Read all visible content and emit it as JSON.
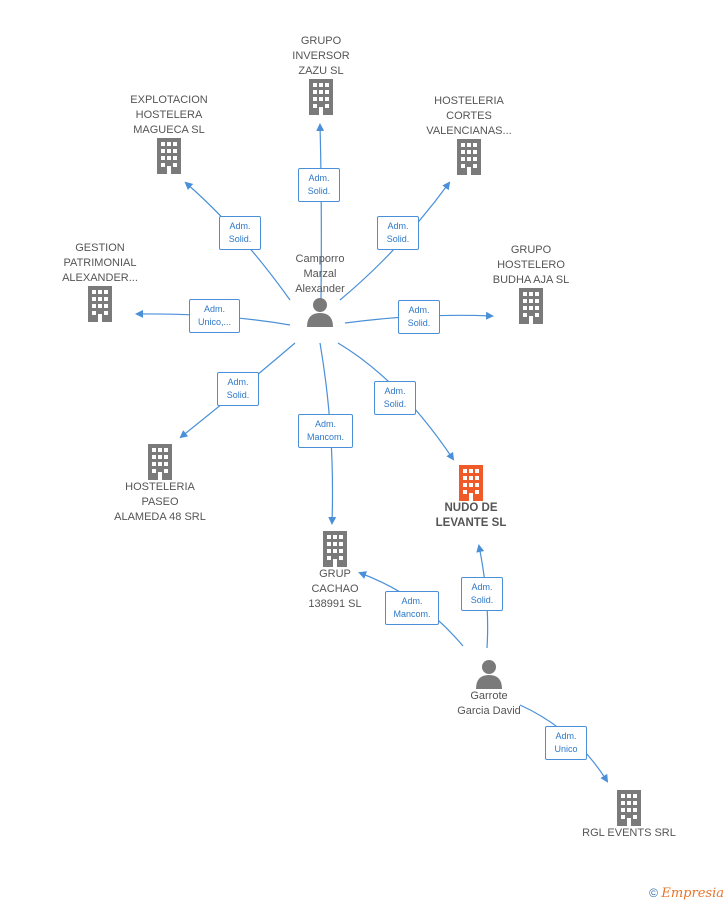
{
  "companies": {
    "grupo_inversor": "GRUPO\nINVERSOR\nZAZU  SL",
    "explotacion": "EXPLOTACION\nHOSTELERA\nMAGUECA  SL",
    "hosteleria_cortes": "HOSTELERIA\nCORTES\nVALENCIANAS...",
    "gestion": "GESTION\nPATRIMONIAL\nALEXANDER...",
    "grupo_hostelero": "GRUPO\nHOSTELERO\nBUDHA AJA  SL",
    "hosteleria_paseo": "HOSTELERIA\nPASEO\nALAMEDA 48 SRL",
    "nudo": "NUDO DE\nLEVANTE  SL",
    "grup_cachao": "GRUP\nCACHAO\n138991  SL",
    "rgl": "RGL EVENTS SRL"
  },
  "persons": {
    "camporro": "Camporro\nMarzal\nAlexander",
    "garrote": "Garrote\nGarcia David"
  },
  "edges": {
    "e_zazu": "Adm.\nSolid.",
    "e_magueca": "Adm.\nSolid.",
    "e_cortes": "Adm.\nSolid.",
    "e_gestion": "Adm.\nUnico,...",
    "e_budha": "Adm.\nSolid.",
    "e_paseo": "Adm.\nSolid.",
    "e_cachao": "Adm.\nMancom.",
    "e_nudo1": "Adm.\nSolid.",
    "e_nudo2": "Adm.\nSolid.",
    "e_cachao2": "Adm.\nMancom.",
    "e_rgl": "Adm.\nUnico"
  },
  "colors": {
    "edge": "#4a90d9",
    "icon": "#7a7a7a",
    "highlight": "#f05a28"
  },
  "footer": {
    "copyright": "©",
    "brand": "Empresia"
  }
}
